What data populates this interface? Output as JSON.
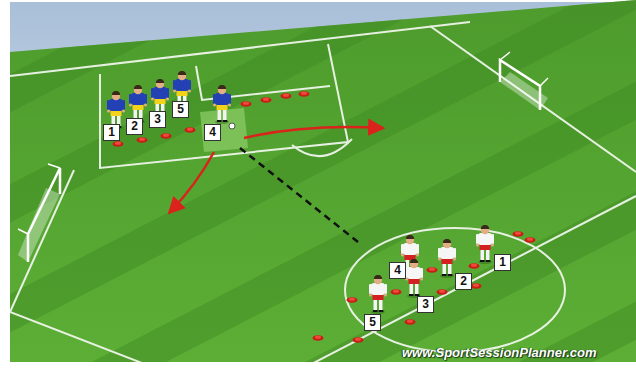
{
  "diagram": {
    "labels": [
      "1",
      "2",
      "3",
      "5",
      "4",
      "4",
      "1",
      "2",
      "3",
      "5",
      "www.SportSessionPlanner.com"
    ]
  }
}
